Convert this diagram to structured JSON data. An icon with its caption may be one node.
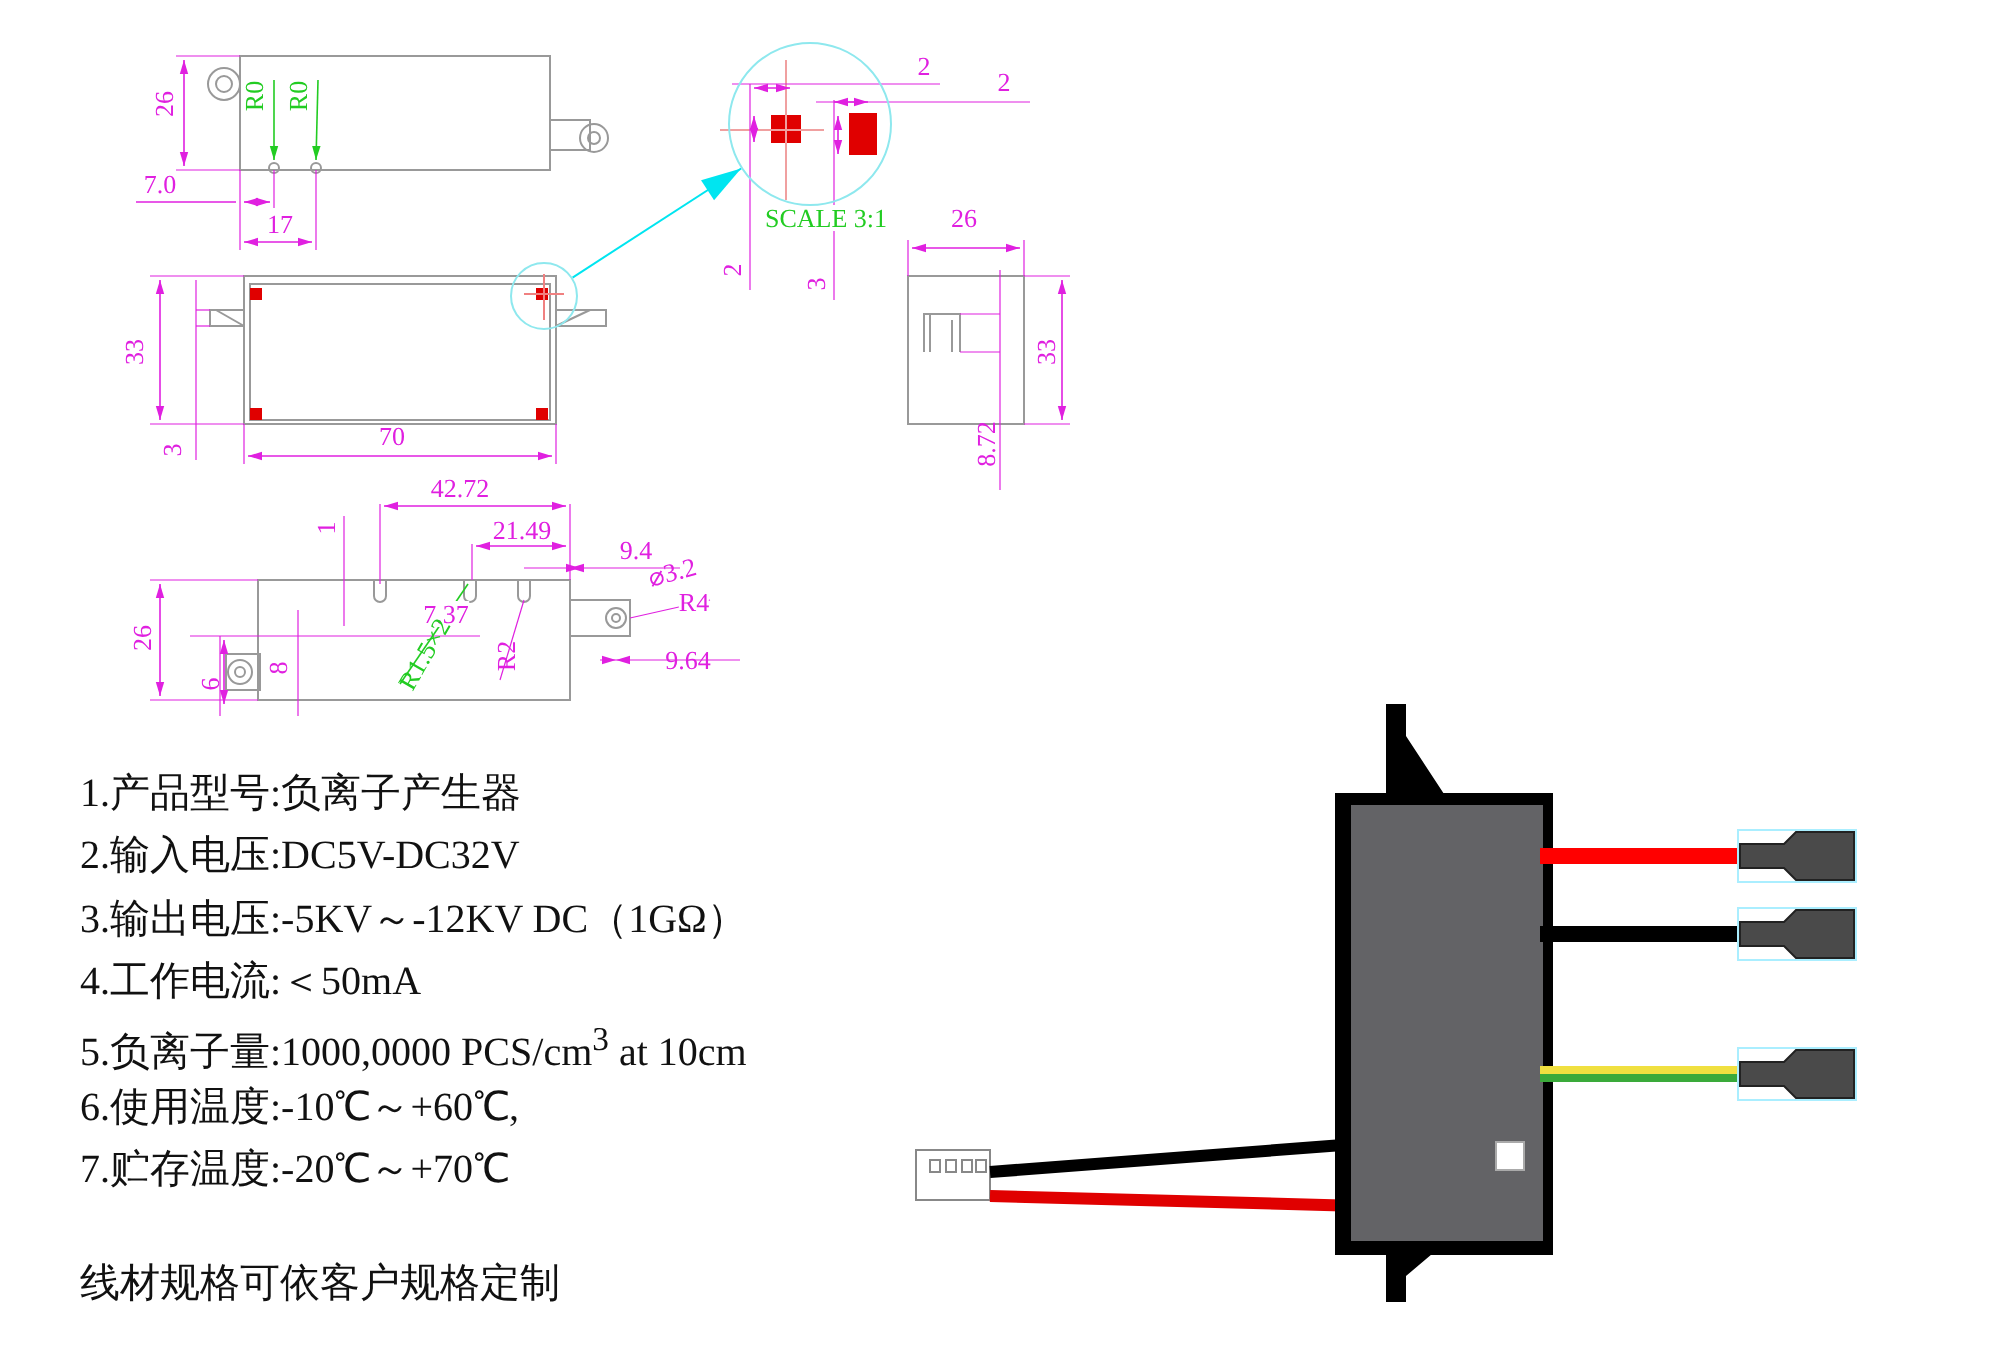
{
  "diagram": {
    "nodes": [
      {
        "text": [],
        "shape": "circle"
      },
      {
        "text": [],
        "shape": "circle"
      }
    ],
    "edges": [
      {
        "from": 0,
        "to": 1,
        "arrow": "to",
        "color": "#00e5f0"
      }
    ],
    "labels": [
      "26",
      "R0",
      "R0",
      "7.0",
      "17",
      "2",
      "2",
      "SCALE 3:1",
      "2",
      "3",
      "33",
      "3",
      "70",
      "26",
      "33",
      "8.72",
      "42.72",
      "1",
      "21.49",
      "9.4",
      "⌀3.2",
      "R4",
      "7.37",
      "26",
      "R2",
      "R1.5×2",
      "9.64",
      "6",
      "8",
      "1.产品型号:负离子产生器",
      "2.输入电压:DC5V-DC32V",
      "3.输出电压:-5KV～-12KV DC（1GΩ）",
      "4.工作电流:＜50mA",
      "5.负离子量:1000,0000 PCS/cm$^{3}$ at 10cm",
      "6.使用温度:-10℃～+60℃,",
      "7.贮存温度:-20℃～+70℃",
      "线材规格可依客户规格定制"
    ]
  }
}
